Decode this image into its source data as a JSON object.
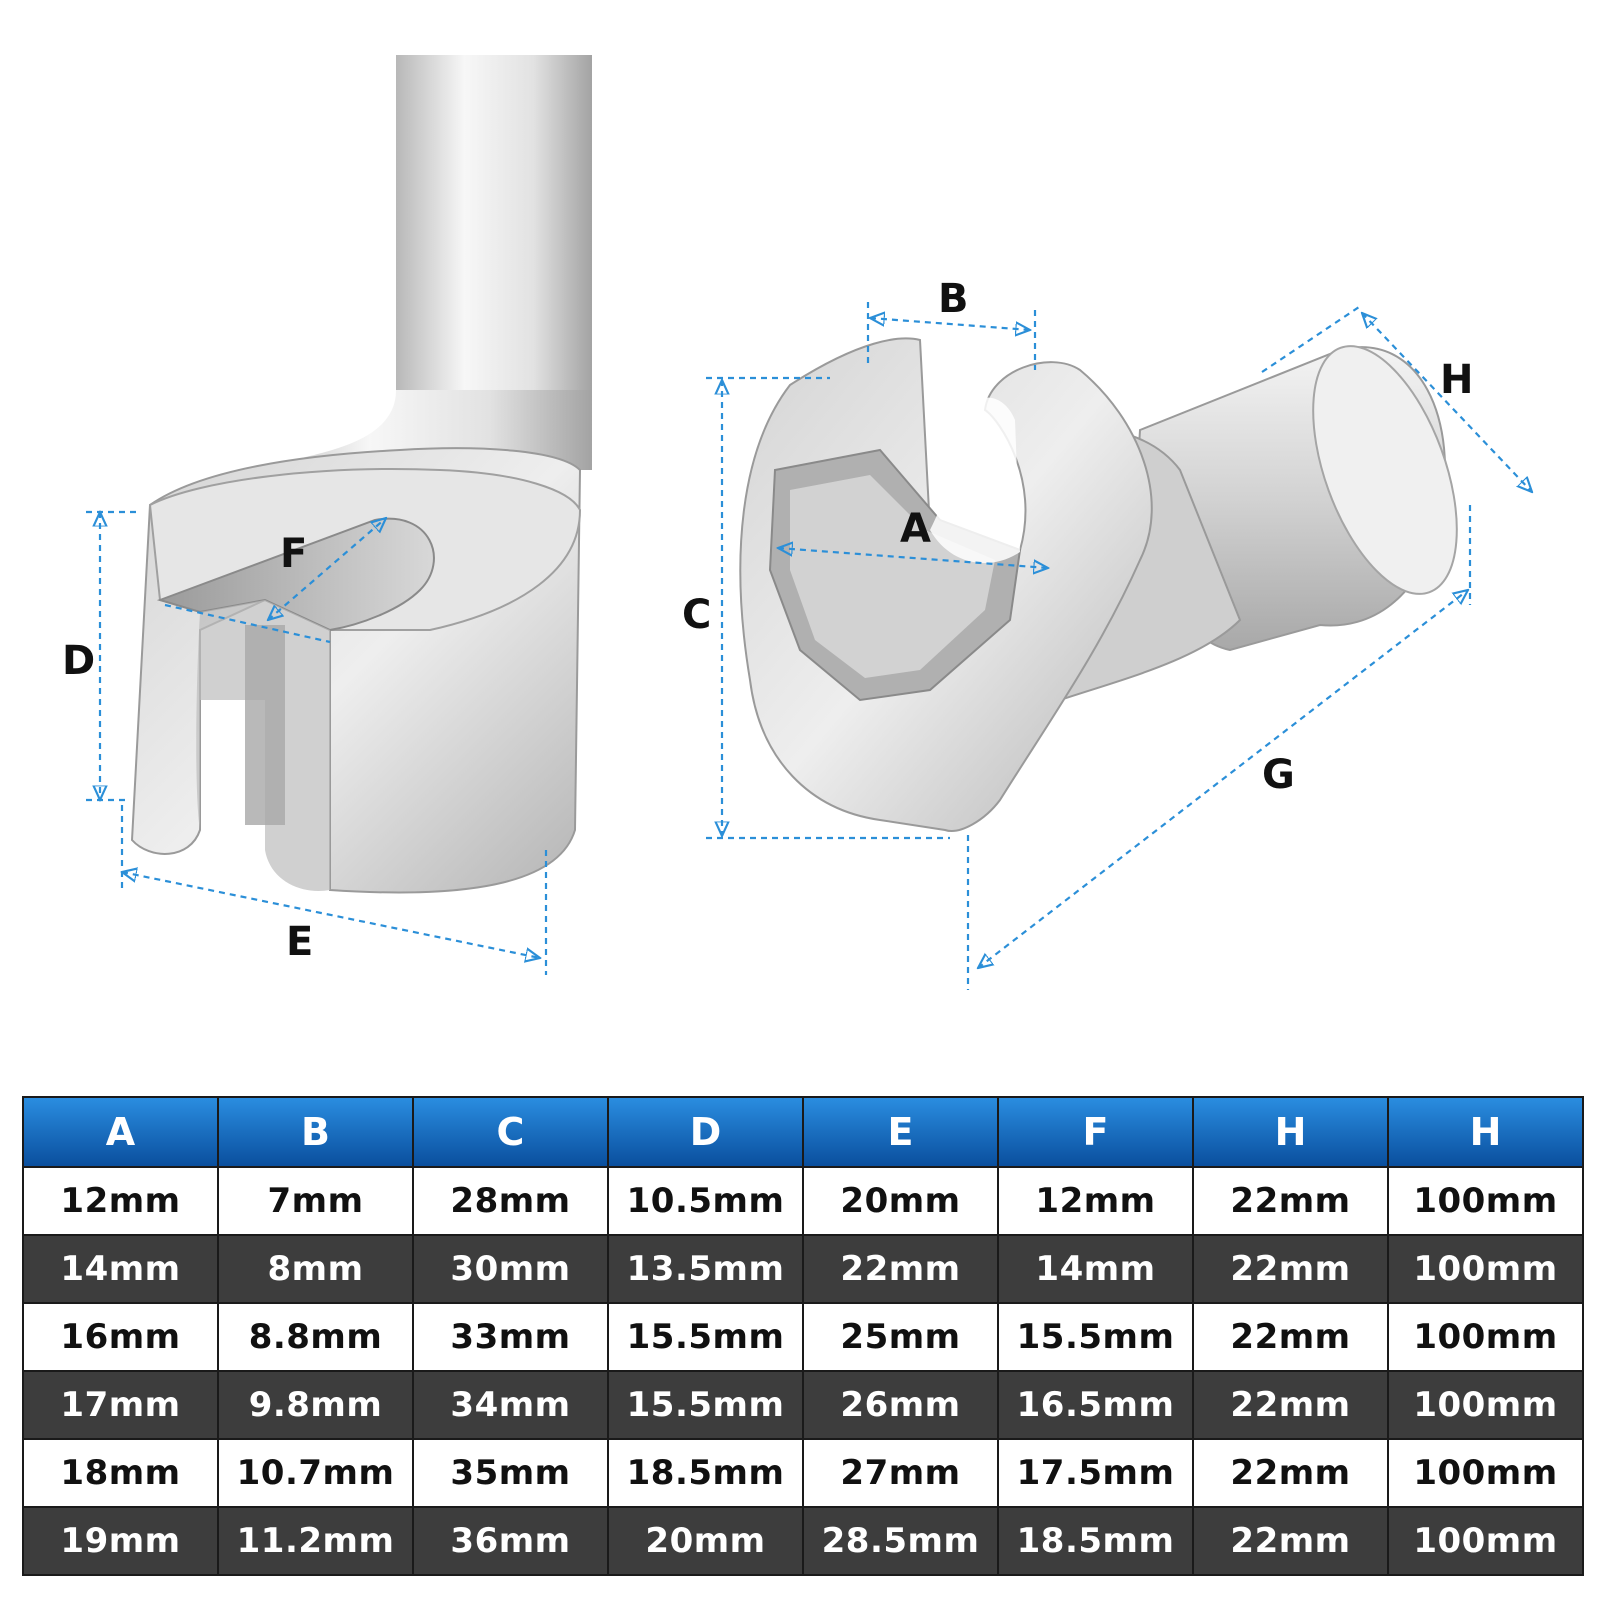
{
  "diagram": {
    "labels": {
      "a": "A",
      "b": "B",
      "c": "C",
      "d": "D",
      "e": "E",
      "f": "F",
      "g": "G",
      "h": "H"
    }
  },
  "table": {
    "headers": [
      "A",
      "B",
      "C",
      "D",
      "E",
      "F",
      "H",
      "H"
    ],
    "rows": [
      [
        "12mm",
        "7mm",
        "28mm",
        "10.5mm",
        "20mm",
        "12mm",
        "22mm",
        "100mm"
      ],
      [
        "14mm",
        "8mm",
        "30mm",
        "13.5mm",
        "22mm",
        "14mm",
        "22mm",
        "100mm"
      ],
      [
        "16mm",
        "8.8mm",
        "33mm",
        "15.5mm",
        "25mm",
        "15.5mm",
        "22mm",
        "100mm"
      ],
      [
        "17mm",
        "9.8mm",
        "34mm",
        "15.5mm",
        "26mm",
        "16.5mm",
        "22mm",
        "100mm"
      ],
      [
        "18mm",
        "10.7mm",
        "35mm",
        "18.5mm",
        "27mm",
        "17.5mm",
        "22mm",
        "100mm"
      ],
      [
        "19mm",
        "11.2mm",
        "36mm",
        "20mm",
        "28.5mm",
        "18.5mm",
        "22mm",
        "100mm"
      ]
    ]
  },
  "colors": {
    "header_top": "#2a8de0",
    "header_bottom": "#0a4f9e",
    "dark_row": "#3d3d3d",
    "dim_line": "#2b8fd8",
    "metal_light": "#f2f2f2",
    "metal_dark": "#a9a9a9"
  }
}
